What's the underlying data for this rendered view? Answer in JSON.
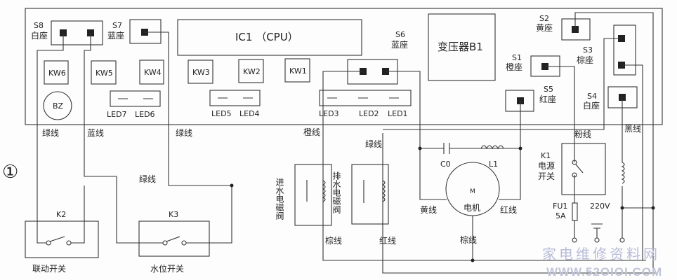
{
  "figure_number": "①",
  "board": {
    "ic": "IC1  （CPU）",
    "transformer": "变压器B1",
    "buzzer": "BZ",
    "keys": [
      "KW6",
      "KW5",
      "KW4",
      "KW3",
      "KW2",
      "KW1"
    ],
    "leds": [
      "LED7",
      "LED6",
      "LED5",
      "LED4",
      "LED3",
      "LED2",
      "LED1"
    ],
    "sockets": {
      "s8": {
        "id": "S8",
        "name": "白座"
      },
      "s7": {
        "id": "S7",
        "name": "蓝座"
      },
      "s6": {
        "id": "S6",
        "name": "蓝座"
      },
      "s2": {
        "id": "S2",
        "name": "黄座"
      },
      "s1": {
        "id": "S1",
        "name": "橙座"
      },
      "s3": {
        "id": "S3",
        "name": "棕座"
      },
      "s5": {
        "id": "S5",
        "name": "红座"
      },
      "s4": {
        "id": "S4",
        "name": "白座"
      }
    }
  },
  "wires": {
    "green1": "绿线",
    "blue": "蓝线",
    "green2": "绿线",
    "green_h": "绿线",
    "orange": "橙线",
    "green3": "绿线",
    "pink": "粉线",
    "black": "黑线",
    "brown1": "棕线",
    "red1": "红线",
    "brown2": "棕线",
    "yellow": "黄线",
    "red2": "红线"
  },
  "components": {
    "k2": "K2",
    "k2_name": "联动开关",
    "k3": "K3",
    "k3_name": "水位开关",
    "inlet_valve": "进水电磁阀",
    "drain_valve": "排水电磁阀",
    "c0": "C0",
    "l1": "L1",
    "motor_symbol": "M",
    "motor": "电机",
    "k1": "K1",
    "k1_name1": "电源",
    "k1_name2": "开关",
    "fu1": "FU1",
    "fu1_rating": "5A",
    "voltage": "220V"
  },
  "watermark": {
    "cn": "家电维修资料网",
    "url": "WWW.52OIOI.COM"
  }
}
